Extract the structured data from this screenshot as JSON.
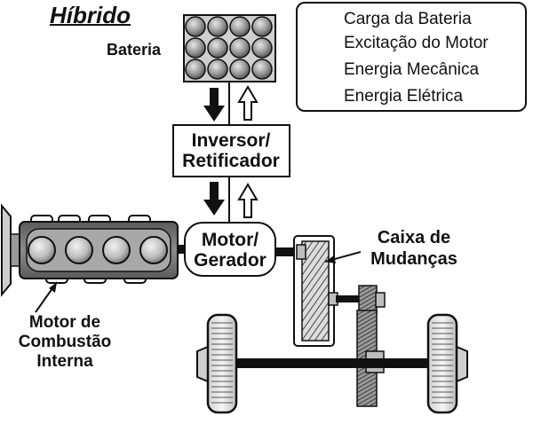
{
  "title": "Híbrido",
  "battery": {
    "label": "Bateria"
  },
  "inverter": {
    "line1": "Inversor/",
    "line2": "Retificador"
  },
  "motor_generator": {
    "line1": "Motor/",
    "line2": "Gerador"
  },
  "gearbox": {
    "line1": "Caixa de",
    "line2": "Mudanças"
  },
  "engine": {
    "line1": "Motor de",
    "line2": "Combustão",
    "line3": "Interna"
  },
  "legend": {
    "items": [
      {
        "label": "Carga da Bateria",
        "symbol": "hollow-arrow"
      },
      {
        "label": "Excitação do Motor",
        "symbol": "solid-arrow"
      },
      {
        "label": "Energia Mecânica",
        "symbol": "thick-line"
      },
      {
        "label": "Energia Elétrica",
        "symbol": "thin-line"
      }
    ]
  },
  "colors": {
    "ink": "#111111",
    "metal": "#8c8c8c",
    "light_metal": "#d9d9d9",
    "paper": "#ffffff"
  }
}
